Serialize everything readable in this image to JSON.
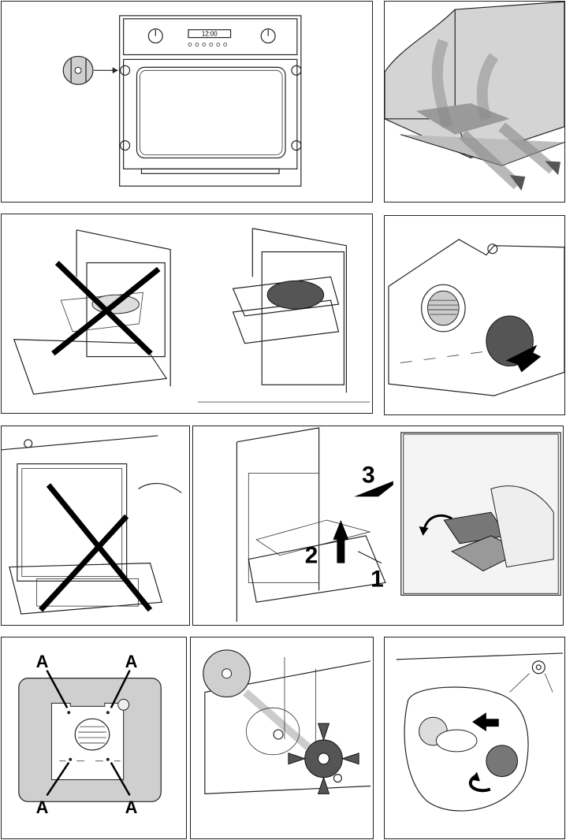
{
  "panels": {
    "oven_front": {
      "display_time": "12:00"
    },
    "tray_position": {},
    "ventilation": {},
    "fan_cover": {},
    "door_removal": {},
    "door_glass": {
      "steps": [
        "1",
        "2",
        "3"
      ]
    },
    "side_rails": {},
    "rear_panel": {
      "label_a": "A"
    },
    "fan_blade": {},
    "lamp": {}
  }
}
